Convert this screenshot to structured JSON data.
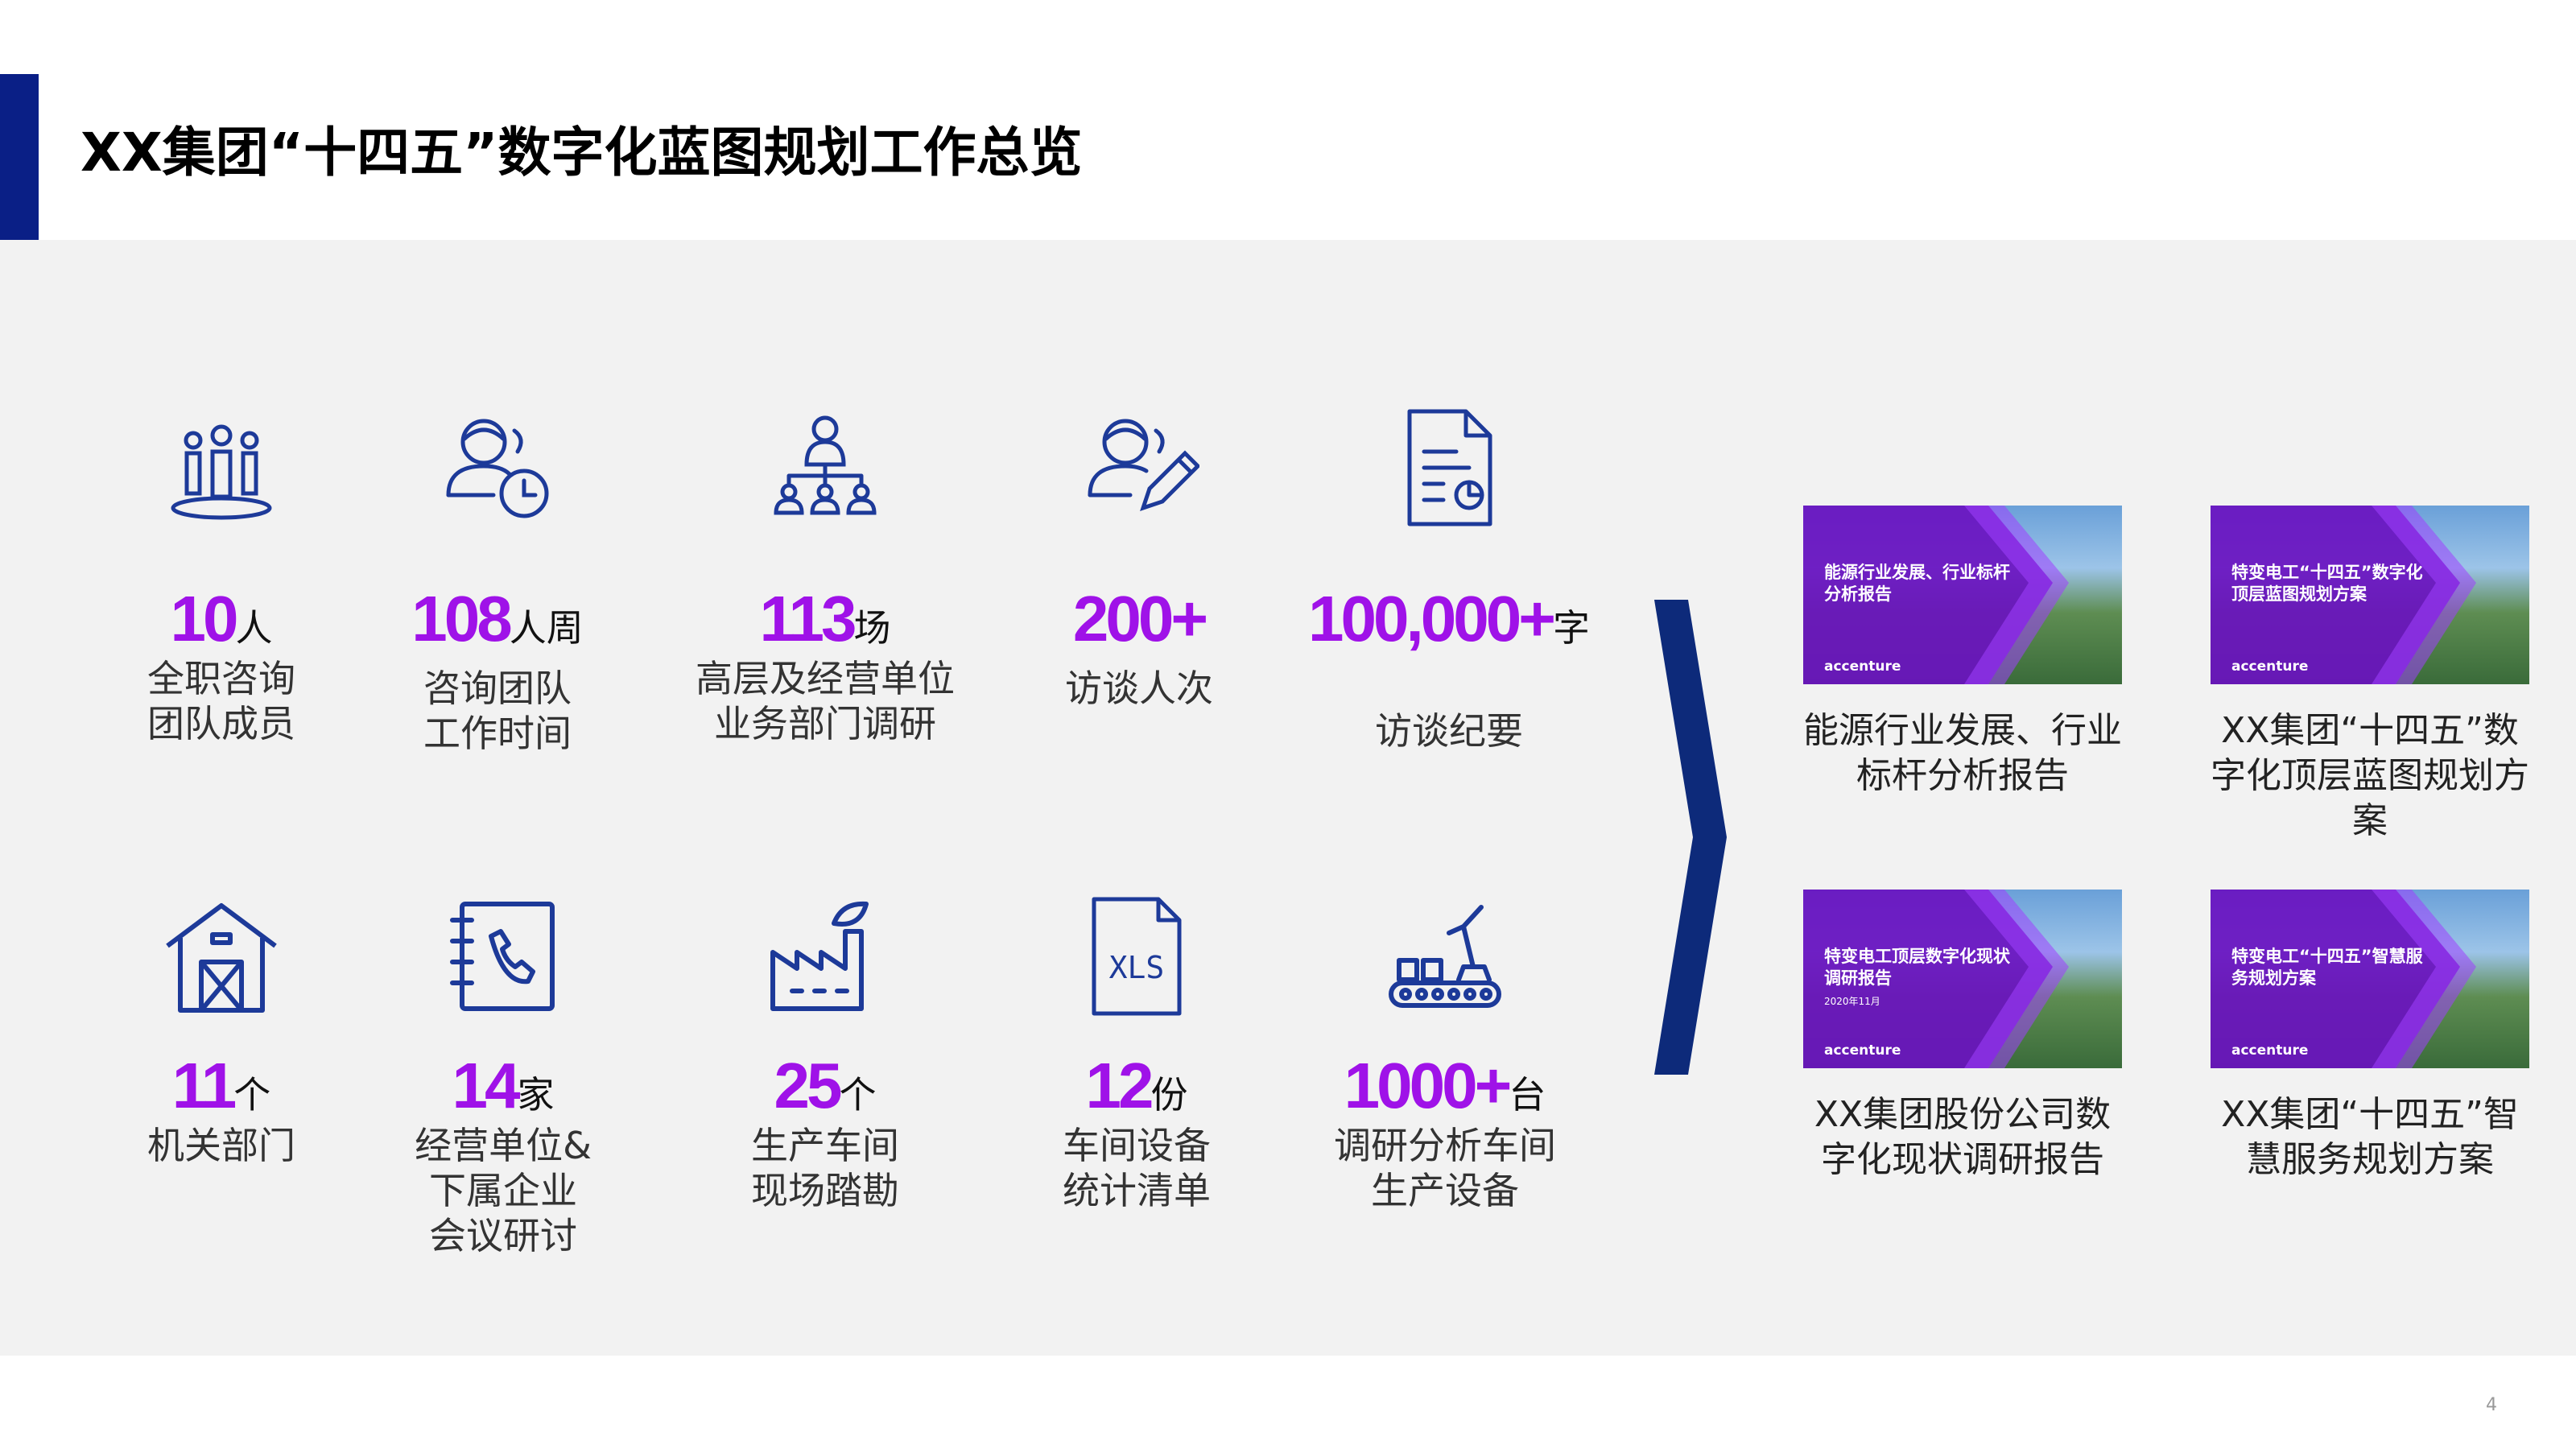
{
  "page": {
    "title": "XX集团“十四五”数字化蓝图规划工作总览",
    "page_number": "4"
  },
  "colors": {
    "accent_bar": "#0a1f86",
    "number": "#9f12e8",
    "icon": "#1d3a99",
    "chevron": "#0d2a7a"
  },
  "stats": [
    {
      "icon": "team-members-icon",
      "number": "10",
      "unit": "人",
      "desc": [
        "全职咨询",
        "团队成员"
      ]
    },
    {
      "icon": "person-clock-icon",
      "number": "108",
      "unit": "人周",
      "desc": [
        "咨询团队",
        "工作时间"
      ]
    },
    {
      "icon": "hierarchy-org-icon",
      "number": "113",
      "unit": "场",
      "desc": [
        "高层及经营单位",
        "业务部门调研"
      ]
    },
    {
      "icon": "person-pen-icon",
      "number": "200+",
      "unit": "",
      "desc": [
        "访谈人次"
      ]
    },
    {
      "icon": "document-chart-icon",
      "number": "100,000+",
      "unit": "字",
      "desc": [
        "访谈纪要"
      ]
    },
    {
      "icon": "warehouse-icon",
      "number": "11",
      "unit": "个",
      "desc": [
        "机关部门"
      ]
    },
    {
      "icon": "phone-book-icon",
      "number": "14",
      "unit": "家",
      "desc": [
        "经营单位&",
        "下属企业",
        "会议研讨"
      ]
    },
    {
      "icon": "factory-icon",
      "number": "25",
      "unit": "个",
      "desc": [
        "生产车间",
        "现场踏勘"
      ]
    },
    {
      "icon": "xls-file-icon",
      "number": "12",
      "unit": "份",
      "desc": [
        "车间设备",
        "统计清单"
      ],
      "icon_text": "XLS"
    },
    {
      "icon": "conveyor-robot-icon",
      "number": "1000+",
      "unit": "台",
      "desc": [
        "调研分析车间",
        "生产设备"
      ]
    }
  ],
  "reports": [
    {
      "thumb_title": "能源行业发展、行业标杆分析报告",
      "thumb_date": "",
      "brand": "accenture",
      "label": "能源行业发展、行业标杆分析报告"
    },
    {
      "thumb_title": "特变电工“十四五”数字化顶层蓝图规划方案",
      "thumb_date": "",
      "brand": "accenture",
      "label": "XX集团“十四五”数字化顶层蓝图规划方案"
    },
    {
      "thumb_title": "特变电工顶层数字化现状调研报告",
      "thumb_date": "2020年11月",
      "brand": "accenture",
      "label": "XX集团股份公司数字化现状调研报告"
    },
    {
      "thumb_title": "特变电工“十四五”智慧服务规划方案",
      "thumb_date": "",
      "brand": "accenture",
      "label": "XX集团“十四五”智慧服务规划方案"
    }
  ]
}
